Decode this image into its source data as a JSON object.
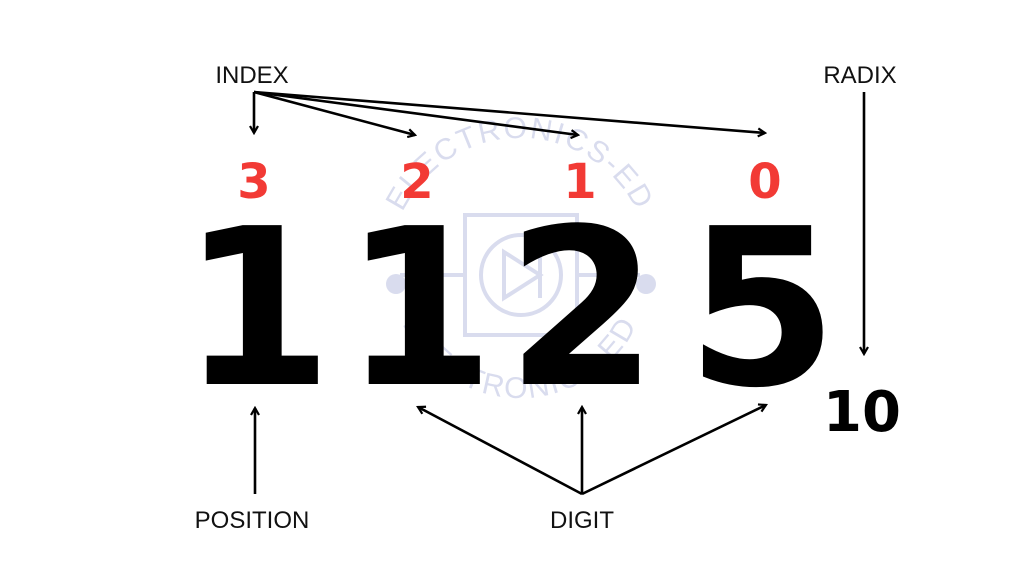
{
  "labels": {
    "index": "INDEX",
    "radix": "RADIX",
    "position": "POSITION",
    "digit": "DIGIT"
  },
  "indices": [
    "3",
    "2",
    "1",
    "0"
  ],
  "digits": [
    "1",
    "1",
    "2",
    "5"
  ],
  "radix_value": "10",
  "watermark": {
    "top_text": "ELECTRONICS-ED",
    "bottom_text": "ELECTRONICS-ED"
  },
  "colors": {
    "index": "#f23a35",
    "digit": "#000000",
    "watermark": "#d9dcee"
  }
}
